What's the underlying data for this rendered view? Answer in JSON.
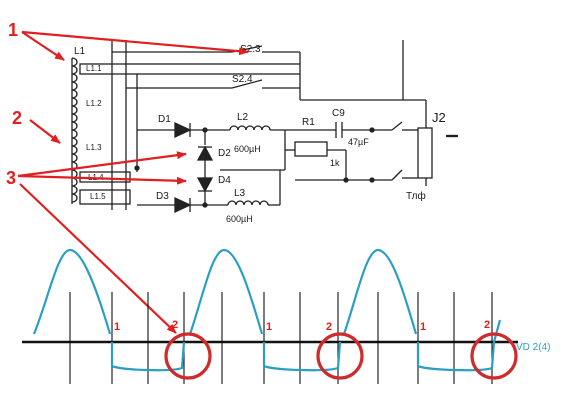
{
  "callouts": [
    "1",
    "2",
    "3"
  ],
  "schematic": {
    "coil": {
      "primary": "L1",
      "taps": [
        "L1.1",
        "L1.2",
        "L1.3",
        "L1.4",
        "L1.5"
      ]
    },
    "switches": [
      "S2.3",
      "S2.4"
    ],
    "diodes": [
      "D1",
      "D2",
      "D3",
      "D4"
    ],
    "inductors": [
      {
        "name": "L2",
        "value": "600µH"
      },
      {
        "name": "L3",
        "value": "600µH"
      }
    ],
    "resistor": {
      "name": "R1",
      "value": "1k"
    },
    "capacitor": {
      "name": "C9",
      "value": "47µF"
    },
    "jack": "J2",
    "phone": "Тлф"
  },
  "waveform": {
    "pulse_labels": [
      "1",
      "2",
      "1",
      "2",
      "1",
      "2"
    ],
    "trace_label": "VD 2(4)",
    "colors": {
      "trace": "#2a9fc4",
      "callout": "#e02020",
      "axis": "#111111",
      "wire": "#222222"
    }
  }
}
